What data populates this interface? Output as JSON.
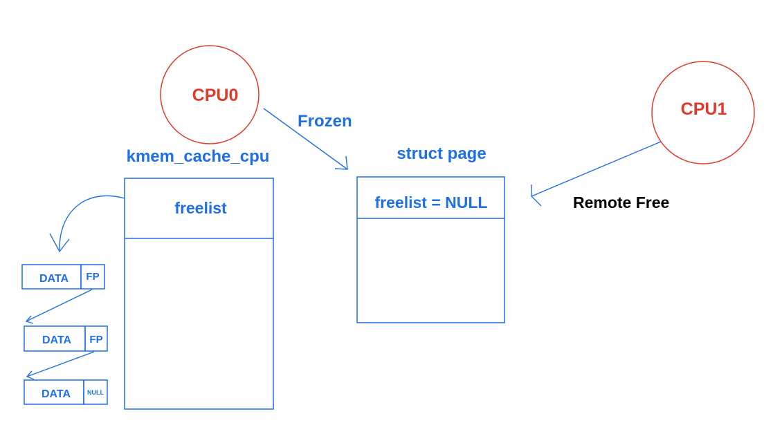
{
  "colors": {
    "blue": "#1f6fe5",
    "red": "#e03a2c",
    "black": "#000000"
  },
  "cpu0": {
    "label": "CPU0"
  },
  "cpu1": {
    "label": "CPU1"
  },
  "kmem_cache_cpu": {
    "title": "kmem_cache_cpu",
    "field": "freelist"
  },
  "struct_page": {
    "title": "struct page",
    "field": "freelist = NULL"
  },
  "arrows": {
    "frozen": "Frozen",
    "remote_free": "Remote Free"
  },
  "freelist_objects": [
    {
      "data": "DATA",
      "pointer": "FP"
    },
    {
      "data": "DATA",
      "pointer": "FP"
    },
    {
      "data": "DATA",
      "pointer": "NULL"
    }
  ]
}
